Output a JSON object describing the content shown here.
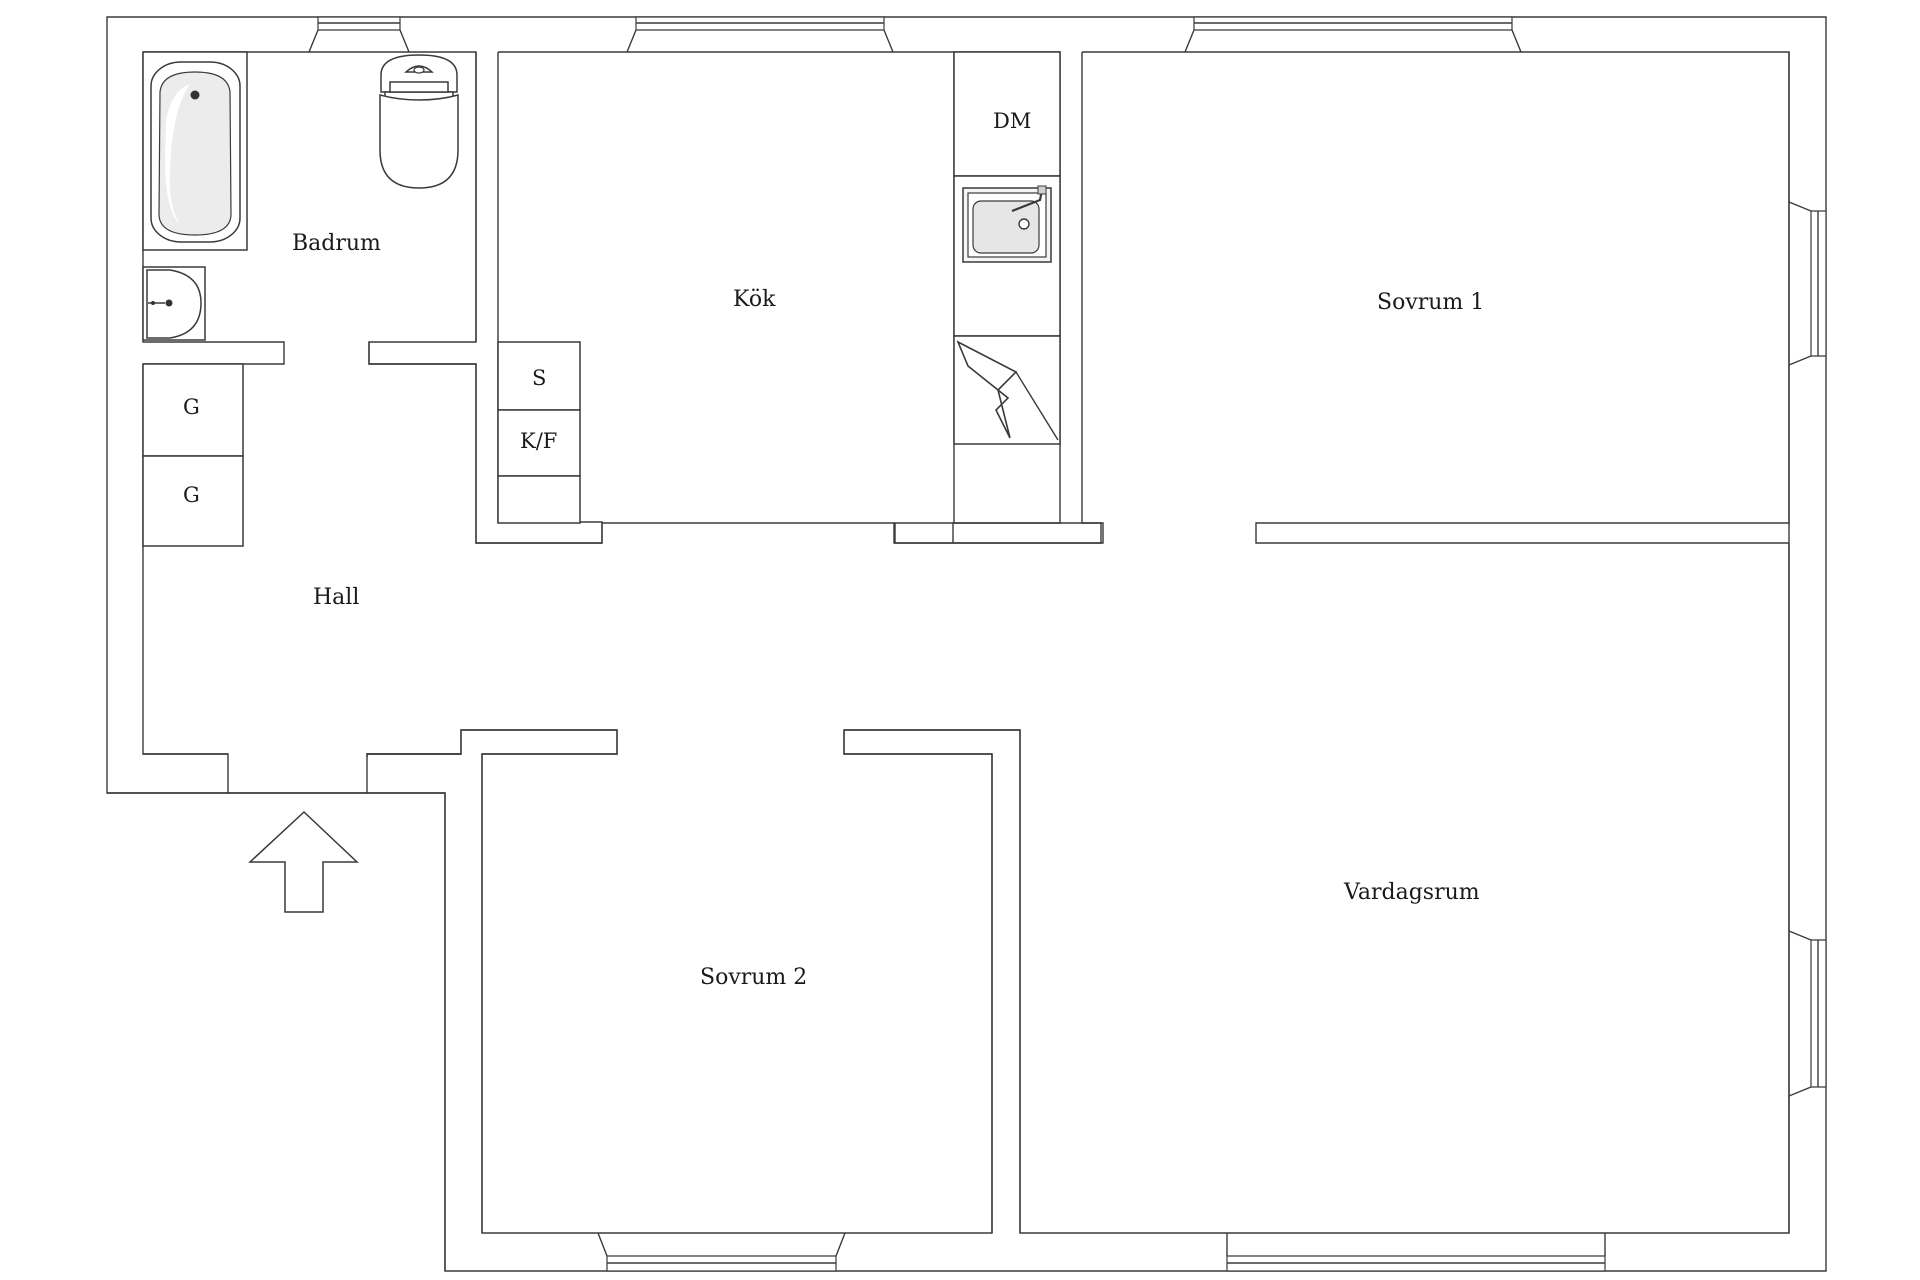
{
  "rooms": {
    "badrum": "Badrum",
    "kok": "Kök",
    "sovrum1": "Sovrum 1",
    "hall": "Hall",
    "sovrum2": "Sovrum 2",
    "vardagsrum": "Vardagsrum"
  },
  "fixtures": {
    "dm": "DM",
    "s": "S",
    "kf": "K/F",
    "g1": "G",
    "g2": "G"
  },
  "colors": {
    "line": "#3a3a3a",
    "background": "#ffffff",
    "text": "#1a1a1a"
  },
  "icons": [
    "bathtub-icon",
    "toilet-icon",
    "washbasin-icon",
    "kitchen-sink-icon",
    "electrical-panel-icon",
    "entrance-arrow-icon"
  ]
}
